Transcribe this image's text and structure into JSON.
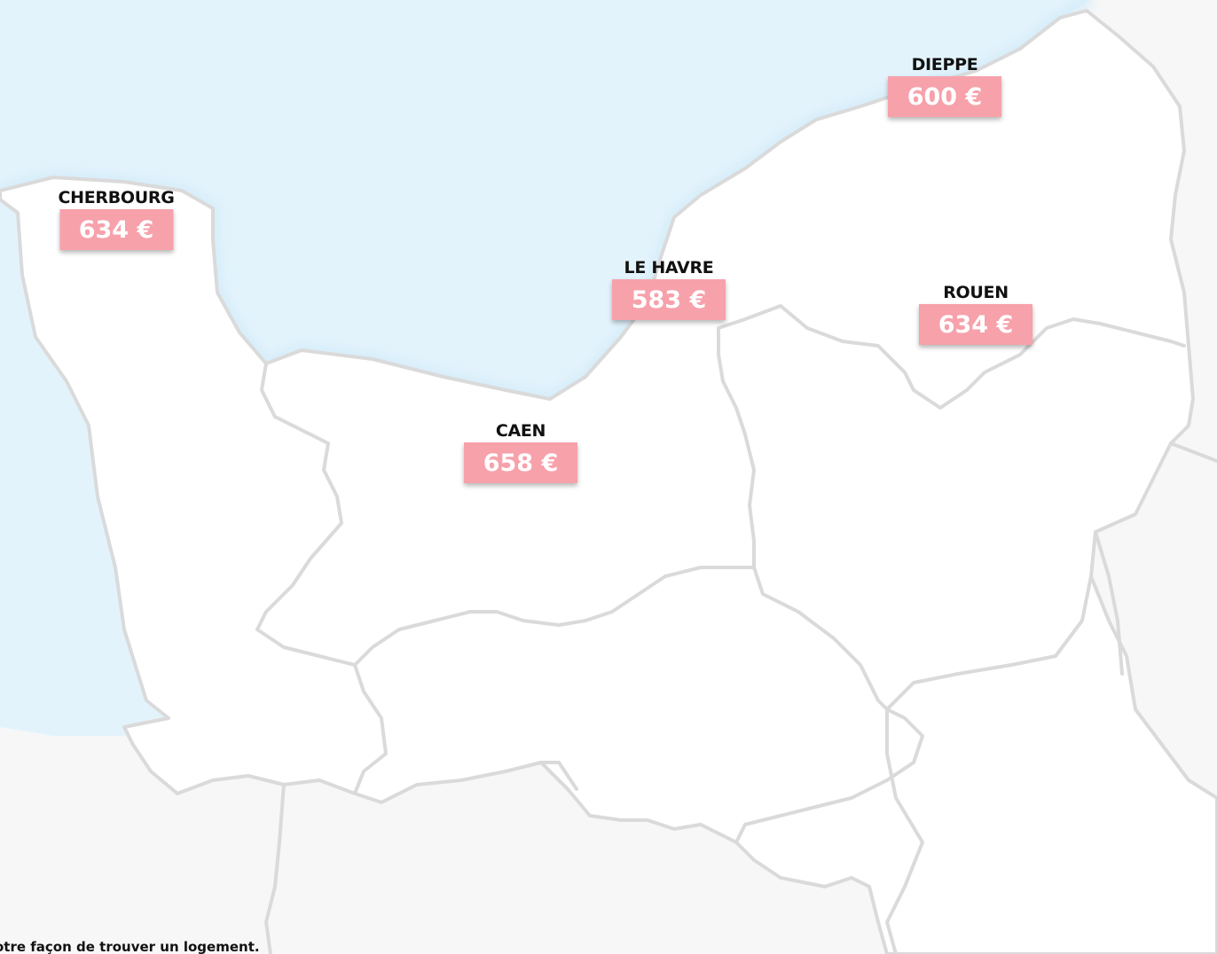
{
  "map": {
    "colors": {
      "sea": "#e3f3fc",
      "land": "#ffffff",
      "outside_land": "#f7f7f7",
      "border": "#dadada",
      "badge": "#f7a1ab",
      "badge_text": "#ffffff",
      "label_text": "#111111"
    },
    "cities": [
      {
        "name": "DIEPPE",
        "price": "600 €"
      },
      {
        "name": "CHERBOURG",
        "price": "634 €"
      },
      {
        "name": "LE HAVRE",
        "price": "583 €"
      },
      {
        "name": "ROUEN",
        "price": "634 €"
      },
      {
        "name": "CAEN",
        "price": "658 €"
      }
    ]
  },
  "footer": {
    "text": "otre façon de trouver un logement."
  }
}
